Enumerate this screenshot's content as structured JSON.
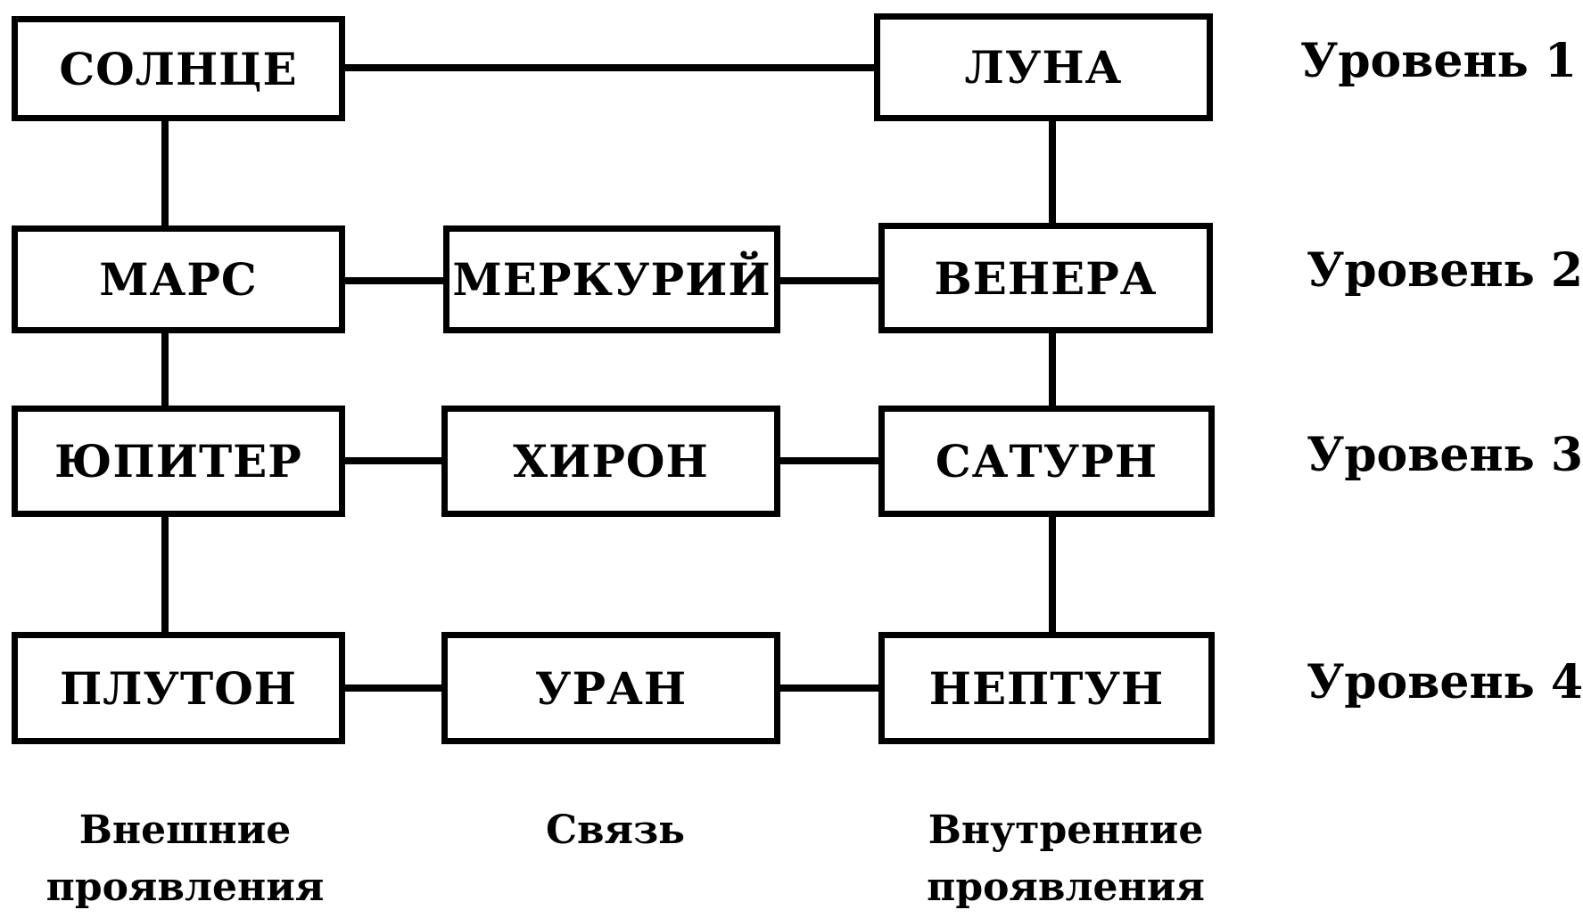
{
  "nodes": {
    "sun": "СОЛНЦЕ",
    "moon": "ЛУНА",
    "mars": "МАРС",
    "mercury": "МЕРКУРИЙ",
    "venus": "ВЕНЕРА",
    "jupiter": "ЮПИТЕР",
    "chiron": "ХИРОН",
    "saturn": "САТУРН",
    "pluto": "ПЛУТОН",
    "uranus": "УРАН",
    "neptune": "НЕПТУН"
  },
  "levels": [
    "Уровень 1",
    "Уровень 2",
    "Уровень 3",
    "Уровень 4"
  ],
  "columns": {
    "outer": {
      "line1": "Внешние",
      "line2": "проявления"
    },
    "link": "Связь",
    "inner": {
      "line1": "Внутренние",
      "line2": "проявления"
    }
  }
}
